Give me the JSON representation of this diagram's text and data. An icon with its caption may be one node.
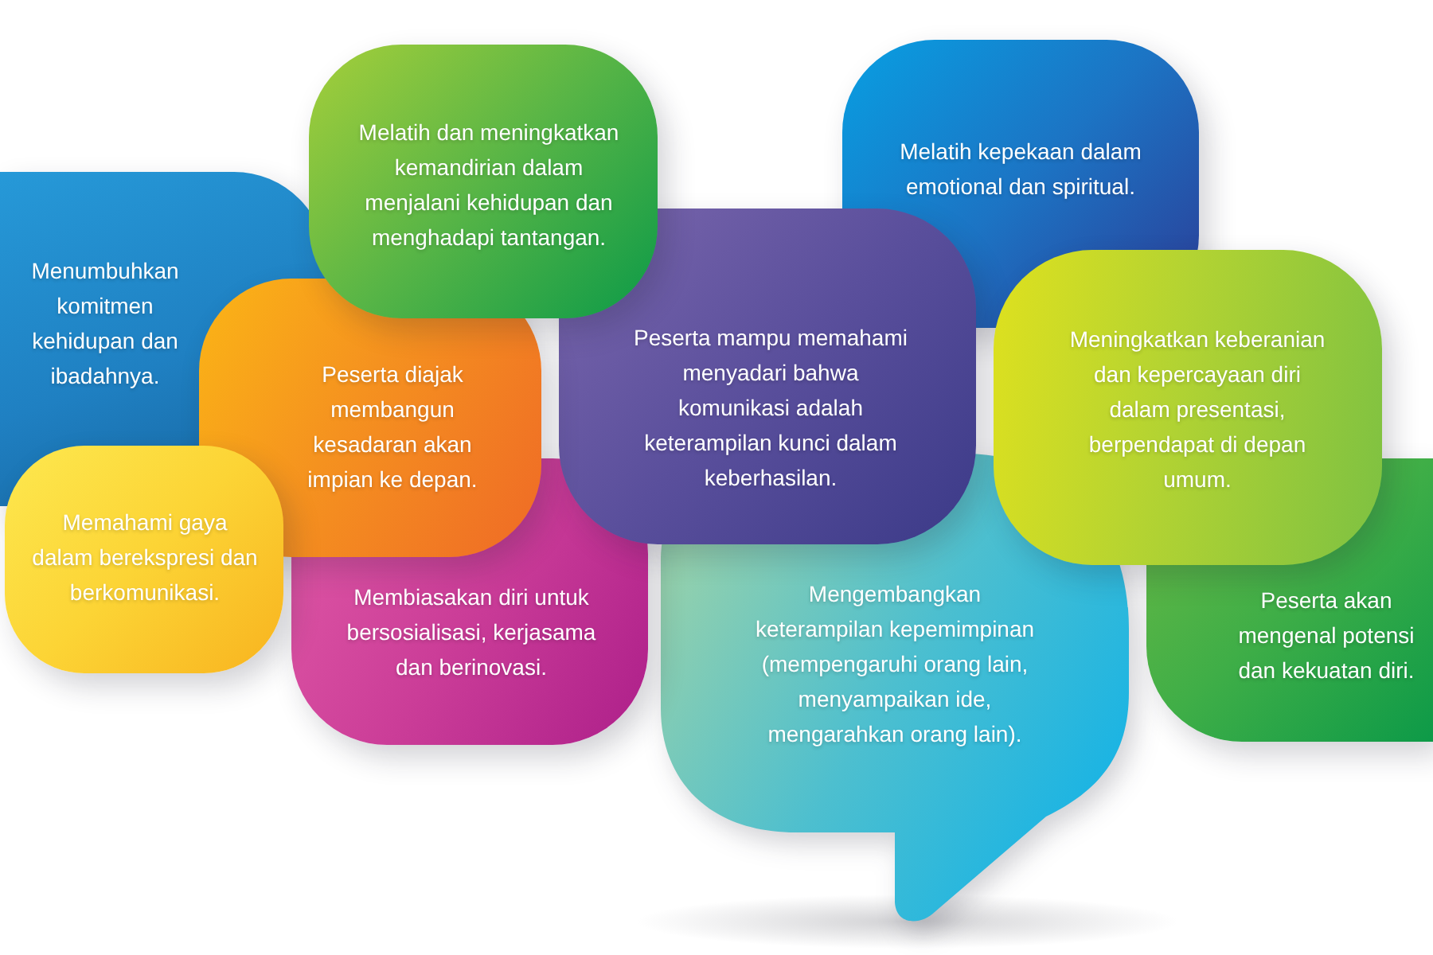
{
  "diagram": {
    "nodes": [
      {
        "text": [
          "Melatih dan meningkatkan kemandirian dalam menjalani kehidupan dan menghadapi tantangan."
        ]
      },
      {
        "text": [
          "Melatih kepekaan dalam emotional dan spiritual."
        ]
      },
      {
        "text": [
          "Menumbuhkan komitmen kehidupan dan ibadahnya."
        ]
      },
      {
        "text": [
          "Peserta diajak membangun kesadaran akan impian ke depan."
        ]
      },
      {
        "text": [
          "Peserta mampu memahami menyadari bahwa komunikasi adalah keterampilan kunci dalam keberhasilan."
        ]
      },
      {
        "text": [
          "Meningkatkan keberanian dan kepercayaan diri dalam presentasi, berpendapat di depan umum."
        ]
      },
      {
        "text": [
          "Memahami gaya dalam berekspresi dan berkomunikasi."
        ]
      },
      {
        "text": [
          "Membiasakan diri untuk bersosialisasi, kerjasama dan berinovasi."
        ]
      },
      {
        "text": [
          "Mengembangkan keterampilan kepemimpinan (mempengaruhi orang lain, menyampaikan ide, mengarahkan orang lain)."
        ]
      },
      {
        "text": [
          "Peserta akan mengenal potensi dan kekuatan diri."
        ]
      }
    ]
  }
}
